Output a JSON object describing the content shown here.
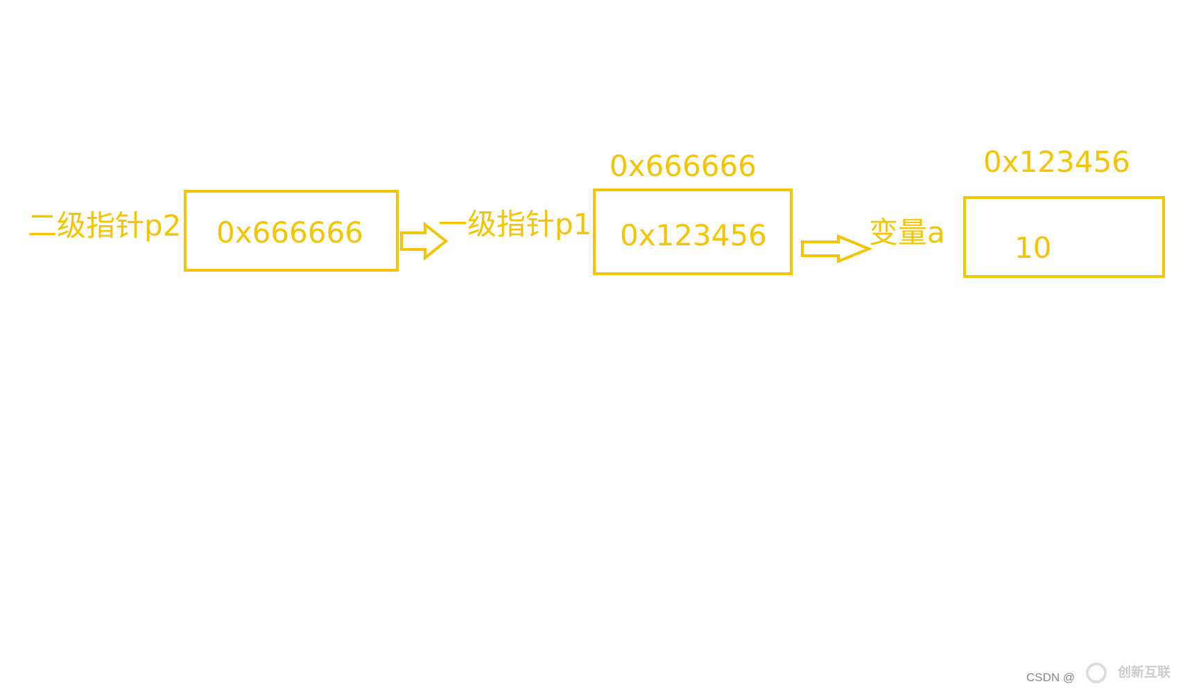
{
  "colors": {
    "accent": "#f5c400"
  },
  "nodes": [
    {
      "label": "二级指针p2",
      "value": "0x666666"
    },
    {
      "label": "一级指针p1",
      "address": "0x666666",
      "value": "0x123456"
    },
    {
      "label": "变量a",
      "address": "0x123456",
      "value": "10"
    }
  ],
  "watermark": {
    "source": "CSDN @",
    "brand": "创新互联"
  }
}
